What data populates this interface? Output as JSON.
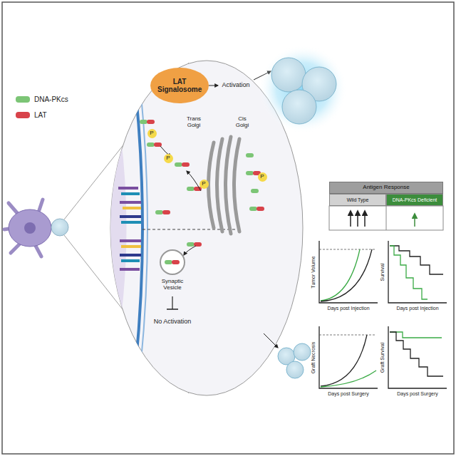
{
  "diagram": {
    "nodes": [
      {
        "text": [
          "LAT Signalosome"
        ]
      },
      {
        "text": [
          "P"
        ]
      },
      {
        "text": [
          "P"
        ]
      },
      {
        "text": [
          "P"
        ]
      },
      {
        "text": [
          "P"
        ]
      },
      {
        "text": [
          "Antigen Response"
        ]
      },
      {
        "text": [
          "Wild Type"
        ]
      },
      {
        "text": [
          "DNA-PKcs Deficient"
        ]
      }
    ],
    "labels": [
      "Activation",
      "Trans Golgi",
      "Cis Golgi",
      "Synaptic Vesicle",
      "No Activation",
      "Tumor Volume",
      "Days post Injection",
      "Survival",
      "Days post Injection",
      "Graft Necrosis",
      "Days post Surgery",
      "Graft Survival",
      "Days post Surgery"
    ],
    "legend": [
      {
        "text": "DNA-PKcs",
        "color": "#7cc576"
      },
      {
        "text": "LAT",
        "color": "#d8434a"
      }
    ]
  }
}
